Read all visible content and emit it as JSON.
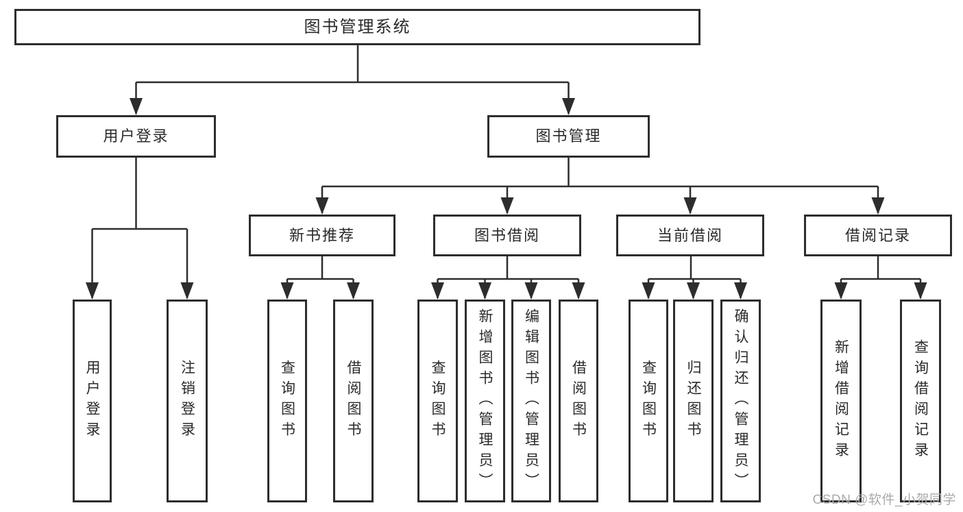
{
  "page": {
    "background": "#ffffff"
  },
  "colors": {
    "line": "#2d2d2d",
    "box_border": "#2d2d2d",
    "box_fill": "#ffffff",
    "text": "#2a2a2a",
    "watermark": "#ababab"
  },
  "watermark": {
    "text": "CSDN @软件_小贺同学"
  },
  "tree": {
    "root": {
      "label": "图书管理系统"
    },
    "user_login": {
      "label": "用户登录",
      "leaves": [
        {
          "label": "用户登录"
        },
        {
          "label": "注销登录"
        }
      ]
    },
    "book_mgmt": {
      "label": "图书管理",
      "children": [
        {
          "label": "新书推荐",
          "leaves": [
            {
              "label": "查询图书"
            },
            {
              "label": "借阅图书"
            }
          ]
        },
        {
          "label": "图书借阅",
          "leaves": [
            {
              "label": "查询图书"
            },
            {
              "label": "新增图书（管理员）"
            },
            {
              "label": "编辑图书（管理员）"
            },
            {
              "label": "借阅图书"
            }
          ]
        },
        {
          "label": "当前借阅",
          "leaves": [
            {
              "label": "查询图书"
            },
            {
              "label": "归还图书"
            },
            {
              "label": "确认归还（管理员）"
            }
          ]
        },
        {
          "label": "借阅记录",
          "leaves": [
            {
              "label": "新增借阅记录"
            },
            {
              "label": "查询借阅记录"
            }
          ]
        }
      ]
    }
  }
}
